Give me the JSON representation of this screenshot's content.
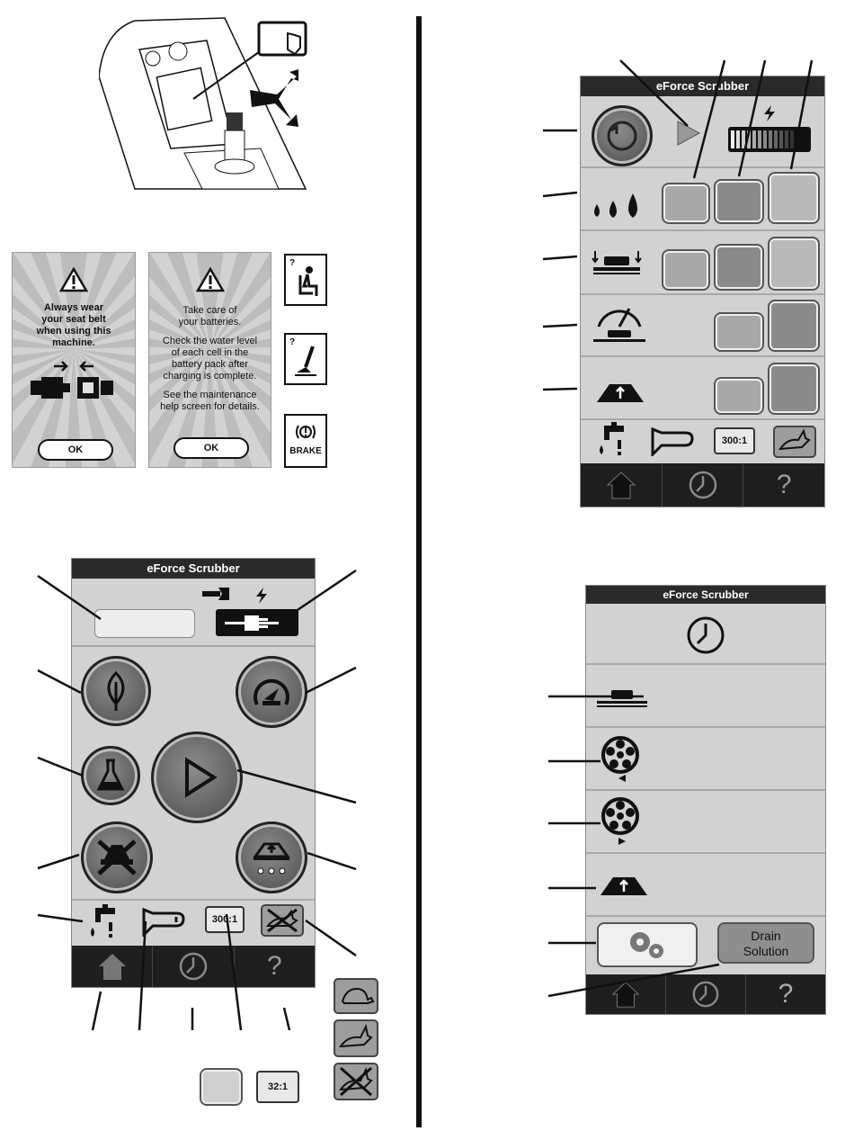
{
  "screens": {
    "main_title": "eForce Scrubber",
    "settings_title": "eForce Scrubber",
    "maintenance_title": "eForce Scrubber"
  },
  "warnings": {
    "seatbelt": {
      "lines": [
        "Always wear",
        "your seat belt",
        "when using this",
        "machine."
      ],
      "ok_label": "OK"
    },
    "batteries": {
      "title_lines": [
        "Take care of",
        "your batteries."
      ],
      "body_lines": [
        "Check the water level",
        "of each cell in the",
        "battery pack after",
        "charging is complete."
      ],
      "footer_lines": [
        "See the maintenance",
        "help screen for details."
      ],
      "ok_label": "OK"
    },
    "help_cards": {
      "brake_label": "BRAKE",
      "q1": "?",
      "q2": "?"
    }
  },
  "main": {
    "ratio_label": "300:1",
    "help_label": "?",
    "extra_ratio_label": "32:1"
  },
  "settings": {
    "ratio_label": "300:1",
    "help_label": "?"
  },
  "maintenance": {
    "drain_line1": "Drain",
    "drain_line2": "Solution",
    "help_label": "?"
  },
  "colors": {
    "panel_bg": "#d2d2d2",
    "title_bar": "#2a2a2a",
    "nav_bar": "#1f1f1f",
    "button_dark": "#5e5e5e"
  }
}
